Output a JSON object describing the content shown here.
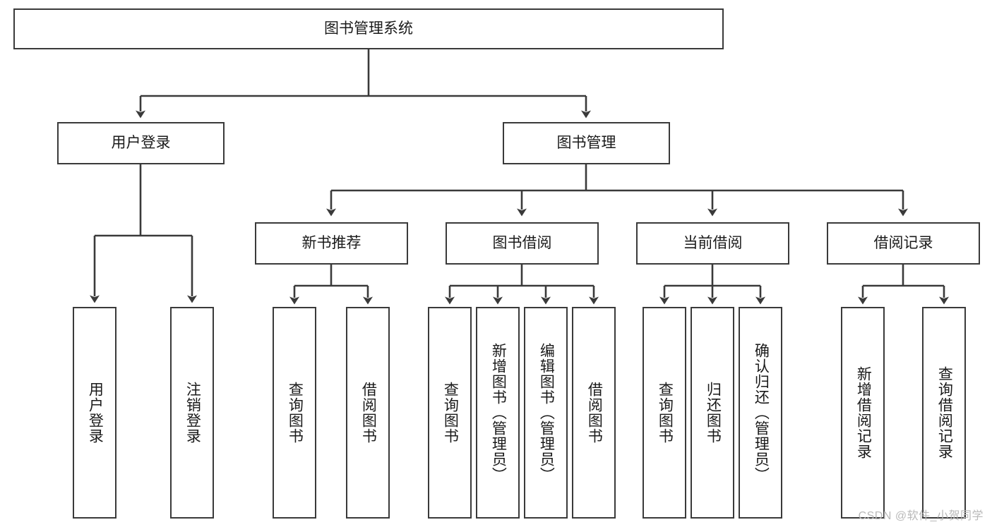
{
  "diagram": {
    "type": "tree-hierarchy",
    "title": "图书管理系统",
    "watermark": "CSDN @软件_小贺同学",
    "nodes": {
      "root": {
        "label": "图书管理系统",
        "level": 1
      },
      "l2": [
        {
          "id": "user-login",
          "label": "用户登录"
        },
        {
          "id": "book-manage",
          "label": "图书管理"
        }
      ],
      "l3": [
        {
          "id": "new-book-rec",
          "label": "新书推荐",
          "parent": "book-manage"
        },
        {
          "id": "book-borrow",
          "label": "图书借阅",
          "parent": "book-manage"
        },
        {
          "id": "current-borrow",
          "label": "当前借阅",
          "parent": "book-manage"
        },
        {
          "id": "borrow-record",
          "label": "借阅记录",
          "parent": "book-manage"
        }
      ],
      "leaves": [
        {
          "id": "leaf-user-login",
          "label": "用户登录",
          "parent": "user-login"
        },
        {
          "id": "leaf-logout",
          "label": "注销登录",
          "parent": "user-login"
        },
        {
          "id": "leaf-query-book-1",
          "label": "查询图书",
          "parent": "new-book-rec"
        },
        {
          "id": "leaf-borrow-book-1",
          "label": "借阅图书",
          "parent": "new-book-rec"
        },
        {
          "id": "leaf-query-book-2",
          "label": "查询图书",
          "parent": "book-borrow"
        },
        {
          "id": "leaf-add-book",
          "label": "新增图书（管理员）",
          "parent": "book-borrow"
        },
        {
          "id": "leaf-edit-book",
          "label": "编辑图书（管理员）",
          "parent": "book-borrow"
        },
        {
          "id": "leaf-borrow-book-2",
          "label": "借阅图书",
          "parent": "book-borrow"
        },
        {
          "id": "leaf-query-book-3",
          "label": "查询图书",
          "parent": "current-borrow"
        },
        {
          "id": "leaf-return-book",
          "label": "归还图书",
          "parent": "current-borrow"
        },
        {
          "id": "leaf-confirm-return",
          "label": "确认归还（管理员）",
          "parent": "current-borrow"
        },
        {
          "id": "leaf-add-record",
          "label": "新增借阅记录",
          "parent": "borrow-record"
        },
        {
          "id": "leaf-query-record",
          "label": "查询借阅记录",
          "parent": "borrow-record"
        }
      ]
    },
    "colors": {
      "stroke": "#3a3a3a",
      "fill": "#ffffff",
      "text": "#1a1a1a",
      "watermark": "#b9b9b9"
    }
  }
}
